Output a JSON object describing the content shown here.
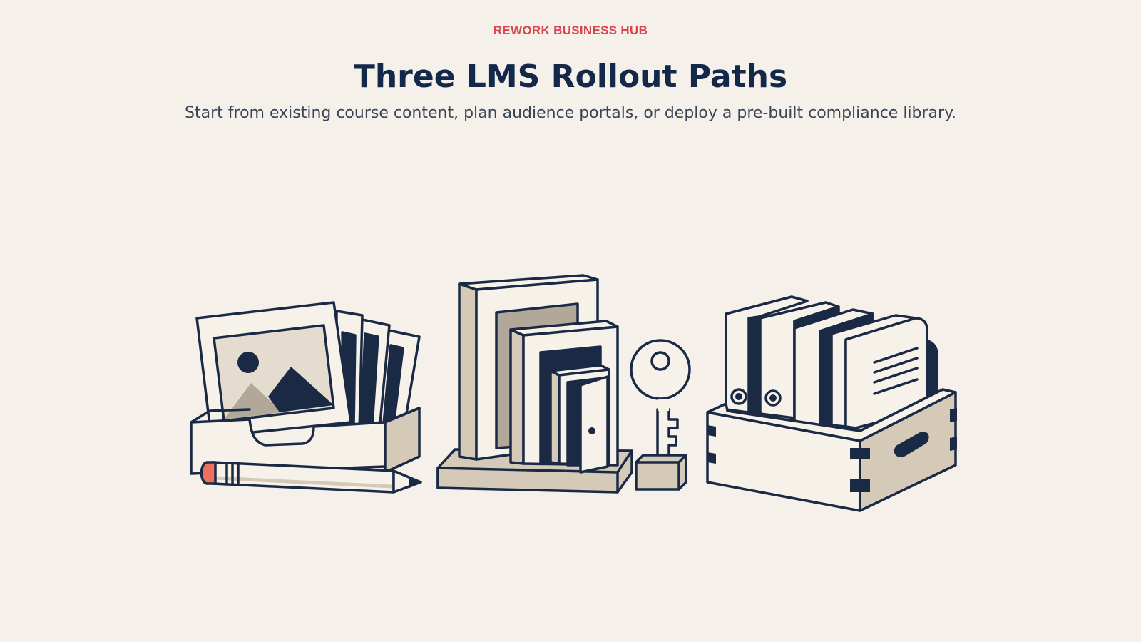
{
  "header": {
    "eyebrow": "REWORK BUSINESS HUB",
    "title": "Three LMS Rollout Paths",
    "subtitle": "Start from existing course content, plan audience portals, or deploy a pre-built compliance library."
  },
  "illustrations": [
    {
      "name": "existing-content",
      "icon": "photo-tray-with-pencil-icon"
    },
    {
      "name": "audience-portals",
      "icon": "nested-doorways-with-key-icon"
    },
    {
      "name": "compliance-library",
      "icon": "binders-in-crate-icon"
    }
  ],
  "colors": {
    "background": "#f5f1ea",
    "ink": "#1b2a44",
    "accent": "#d9454e",
    "paper": "#f6f2ea",
    "tan": "#d5cab8",
    "pencil_tip": "#f07060"
  }
}
